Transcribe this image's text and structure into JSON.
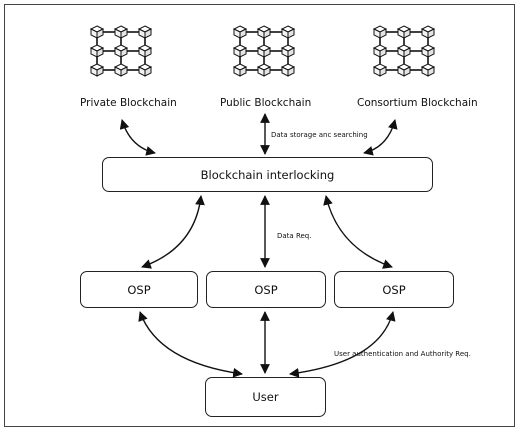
{
  "chains": [
    {
      "label": "Private Blockchain",
      "icon": "blockchain-grid-icon"
    },
    {
      "label": "Public Blockchain",
      "icon": "blockchain-grid-icon"
    },
    {
      "label": "Consortium Blockchain",
      "icon": "blockchain-grid-icon"
    }
  ],
  "interlock": {
    "label": "Blockchain interlocking"
  },
  "osps": [
    {
      "label": "OSP"
    },
    {
      "label": "OSP"
    },
    {
      "label": "OSP"
    }
  ],
  "user": {
    "label": "User"
  },
  "annotations": {
    "data_storage": "Data storage anc searching",
    "data_req": "Data Req.",
    "user_auth": "User authentication   and Authority Req."
  }
}
